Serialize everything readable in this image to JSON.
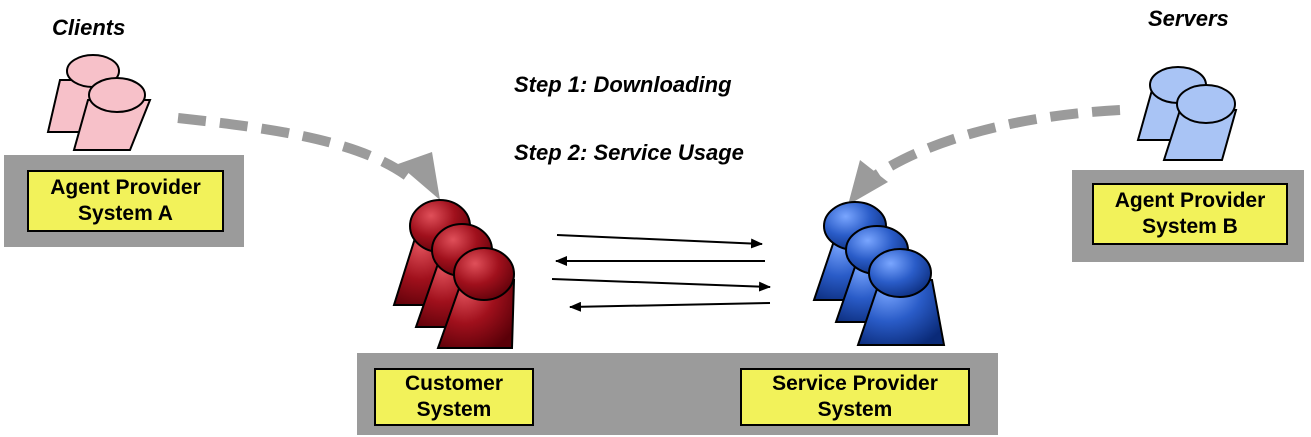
{
  "headings": {
    "clients": "Clients",
    "servers": "Servers"
  },
  "steps": {
    "step1": "Step 1: Downloading",
    "step2": "Step 2:  Service Usage"
  },
  "boxes": {
    "agent_a": {
      "line1": "Agent Provider",
      "line2": "System A"
    },
    "agent_b": {
      "line1": "Agent Provider",
      "line2": "System B"
    },
    "customer": {
      "line1": "Customer",
      "line2": "System"
    },
    "service_provider": {
      "line1": "Service Provider",
      "line2": "System"
    }
  },
  "colors": {
    "platform": "#9b9b9b",
    "label_fill": "#f2f25a",
    "client_agents": "#f7c1c9",
    "server_agents": "#a9c4f5",
    "customer_agents": "#a0101c",
    "provider_agents": "#2a5cc8",
    "dashed_arrow": "#9b9b9b"
  }
}
